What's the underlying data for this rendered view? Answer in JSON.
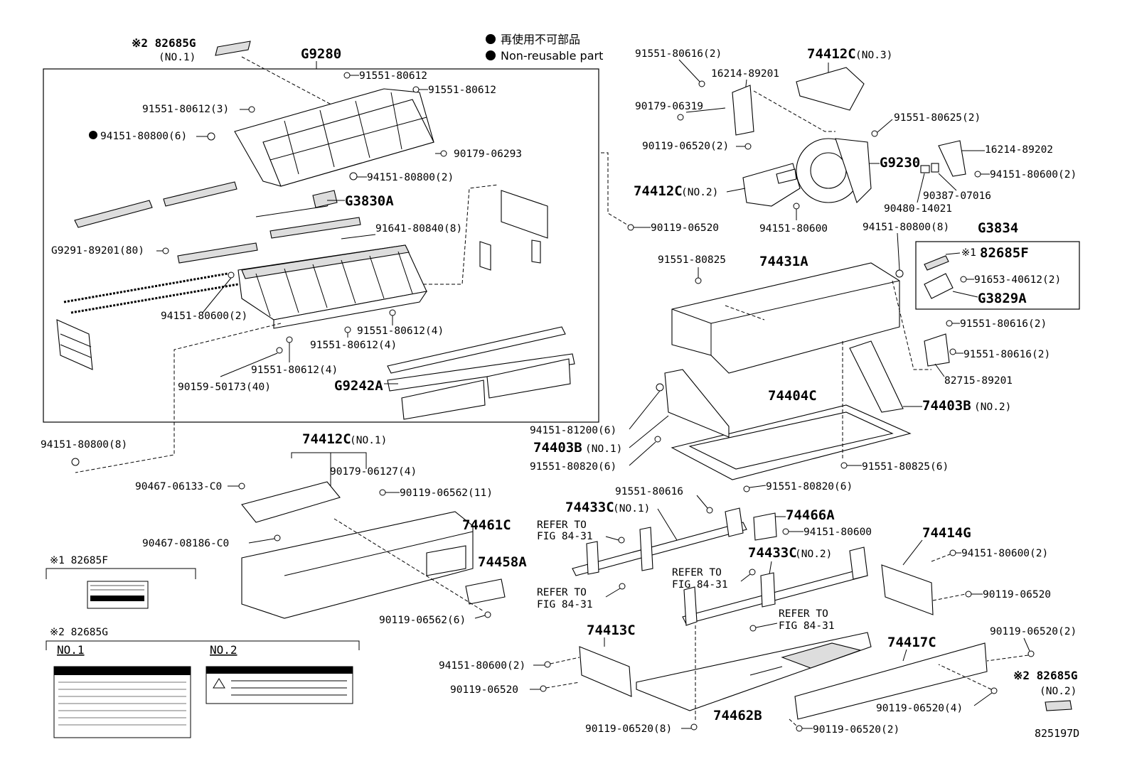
{
  "legend": {
    "jp": "再使用不可部品",
    "en": "Non-reusable part"
  },
  "figure_code": "825197D",
  "assemblies": {
    "g9280": "G9280",
    "g3834": "G3834",
    "g9230": "G9230",
    "g3830a": "G3830A",
    "g9242a": "G9242A",
    "g3829a": "G3829A"
  },
  "labels": {
    "l_82685g_top": "※2 82685G",
    "l_no1_top": "(NO.1)",
    "l_91551_80612_a": "91551-80612",
    "l_91551_80612_b": "91551-80612",
    "l_91551_80612_3": "91551-80612(3)",
    "l_94151_80800_6": "94151-80800(6)",
    "l_90179_06293": "90179-06293",
    "l_94151_80800_2": "94151-80800(2)",
    "l_91641_80840_8": "91641-80840(8)",
    "l_g9291_89201_80": "G9291-89201(80)",
    "l_94151_80600_2a": "94151-80600(2)",
    "l_91551_80612_4a": "91551-80612(4)",
    "l_91551_80612_4b": "91551-80612(4)",
    "l_91551_80612_4c": "91551-80612(4)",
    "l_90159_50173_40": "90159-50173(40)",
    "l_94151_80800_8a": "94151-80800(8)",
    "l_91551_80616_2a": "91551-80616(2)",
    "l_16214_89201": "16214-89201",
    "l_74412c_no3": "74412C",
    "l_no3": "(NO.3)",
    "l_90179_06319": "90179-06319",
    "l_91551_80625_2": "91551-80625(2)",
    "l_90119_06520_2a": "90119-06520(2)",
    "l_16214_89202": "16214-89202",
    "l_74412c_no2": "74412C",
    "l_no2a": "(NO.2)",
    "l_94151_80600_2b": "94151-80600(2)",
    "l_90387_07016": "90387-07016",
    "l_90480_14021": "90480-14021",
    "l_90119_06520a": "90119-06520",
    "l_94151_80600a": "94151-80600",
    "l_94151_80800_8b": "94151-80800(8)",
    "l_91551_80825": "91551-80825",
    "l_74431a": "74431A",
    "l_82685f": "82685F",
    "l_x1": "※1",
    "l_91653_40612_2": "91653-40612(2)",
    "l_91551_80616_2b": "91551-80616(2)",
    "l_91551_80616_2c": "91551-80616(2)",
    "l_82715_89201": "82715-89201",
    "l_74404c": "74404C",
    "l_74403b_no2": "74403B",
    "l_no2b": "(NO.2)",
    "l_94151_81200_6": "94151-81200(6)",
    "l_74403b_no1": "74403B",
    "l_no1b": "(NO.1)",
    "l_91551_80820_6a": "91551-80820(6)",
    "l_91551_80825_6": "91551-80825(6)",
    "l_91551_80820_6b": "91551-80820(6)",
    "l_74412c_no1": "74412C",
    "l_no1c": "(NO.1)",
    "l_90179_06127_4": "90179-06127(4)",
    "l_90467_06133": "90467-06133-C0",
    "l_90119_06562_11": "90119-06562(11)",
    "l_74461c": "74461C",
    "l_90467_08186": "90467-08186-C0",
    "l_74458a": "74458A",
    "l_90119_06562_6": "90119-06562(6)",
    "l_91551_80616": "91551-80616",
    "l_74433c_no1": "74433C",
    "l_no1d": "(NO.1)",
    "l_74466a": "74466A",
    "l_94151_80600b": "94151-80600",
    "l_74414g": "74414G",
    "l_94151_80600_2c": "94151-80600(2)",
    "l_74433c_no2": "74433C",
    "l_no2c": "(NO.2)",
    "l_90119_06520b": "90119-06520",
    "l_refer1": "REFER TO",
    "l_fig1": "FIG 84-31",
    "l_refer2": "REFER TO",
    "l_fig2": "FIG 84-31",
    "l_refer3": "REFER TO",
    "l_fig3": "FIG 84-31",
    "l_refer4": "REFER TO",
    "l_fig4": "FIG 84-31",
    "l_74413c": "74413C",
    "l_74417c": "74417C",
    "l_90119_06520_2b": "90119-06520(2)",
    "l_94151_80600_2d": "94151-80600(2)",
    "l_90119_06520c": "90119-06520",
    "l_90119_06520_4": "90119-06520(4)",
    "l_82685g_no2": "※2 82685G",
    "l_no2d": "(NO.2)",
    "l_74462b": "74462B",
    "l_90119_06520_8": "90119-06520(8)",
    "l_90119_06520_2c": "90119-06520(2)",
    "l_x1_82685f": "※1 82685F",
    "l_x2_82685g": "※2 82685G",
    "l_label_no1": "NO.1",
    "l_label_no2": "NO.2"
  }
}
